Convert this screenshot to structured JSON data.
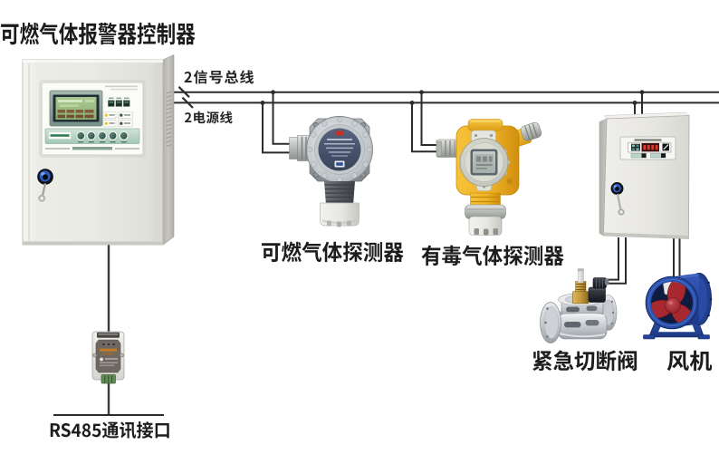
{
  "diagram": {
    "type": "gas-alarm-system-wiring-diagram",
    "background": "#ffffff",
    "labels": {
      "controller_title": "可燃气体报警器控制器",
      "signal_bus": "2信号总线",
      "power_line": "2电源线",
      "combustible_detector": "可燃气体探测器",
      "toxic_detector": "有毒气体探测器",
      "shutoff_valve": "紧急切断阀",
      "fan": "风机",
      "rs485_interface": "RS485通讯接口"
    },
    "colors": {
      "wire": "#2b2b2b",
      "label_text": "#1d1d1d",
      "cabinet_body": "#e9e8e3",
      "cabinet_panel_band": "#b9d4c6",
      "lcd_screen_green": "#9aba80",
      "detector_gray": "#aab0b4",
      "detector_yellow": "#eeb126",
      "control_box_body": "#e4e3de",
      "led_display_red": "#e2392a",
      "valve_metal": "#c9cdd1",
      "valve_brass": "#c49a3f",
      "solenoid_black": "#23262d",
      "fan_blue": "#2a4ba4",
      "impeller_red": "#a82830"
    }
  }
}
